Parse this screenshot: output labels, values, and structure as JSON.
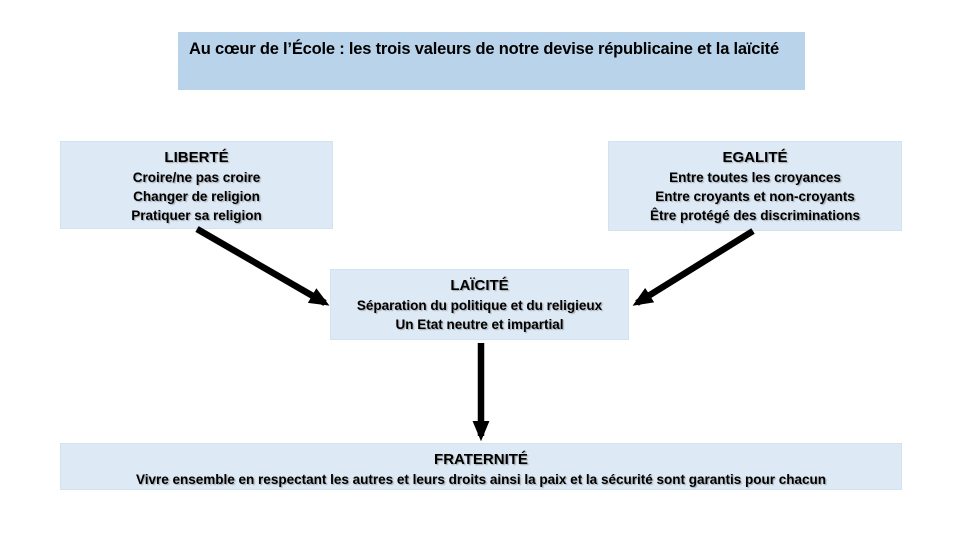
{
  "slide": {
    "title": "Au cœur de l’École : les trois valeurs de notre devise républicaine et la laïcité"
  },
  "boxes": {
    "liberte": {
      "heading": "LIBERTÉ",
      "lines": [
        "Croire/ne pas croire",
        "Changer de religion",
        "Pratiquer sa religion"
      ]
    },
    "egalite": {
      "heading": "EGALITÉ",
      "lines": [
        "Entre toutes les croyances",
        "Entre croyants et non-croyants",
        "Être protégé des discriminations"
      ]
    },
    "laicite": {
      "heading": "LAÏCITÉ",
      "lines": [
        "Séparation du politique et du religieux",
        "Un Etat neutre et impartial"
      ]
    },
    "fraternite": {
      "heading": "FRATERNITÉ",
      "lines": [
        "Vivre ensemble en respectant les autres et leurs droits ainsi la paix et la sécurité sont garantis pour chacun"
      ]
    }
  },
  "connections": [
    {
      "from": "liberte",
      "to": "laicite"
    },
    {
      "from": "egalite",
      "to": "laicite"
    },
    {
      "from": "laicite",
      "to": "fraternite"
    }
  ],
  "colors": {
    "title_box_bg": "#b9d4ea",
    "value_box_bg": "#dde9f4",
    "arrow": "#000000",
    "text": "#000000",
    "background": "#ffffff"
  }
}
